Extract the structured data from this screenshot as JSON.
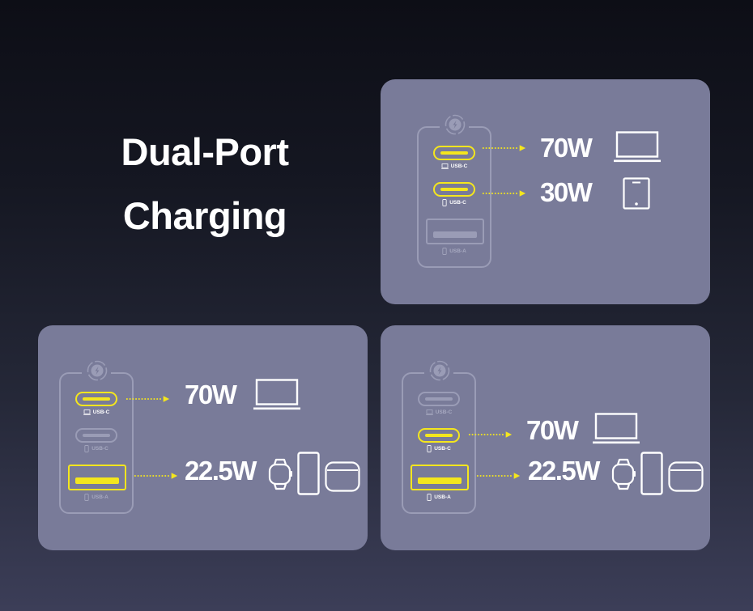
{
  "headline": {
    "line1": "Dual-Port",
    "line2": "Charging"
  },
  "colors": {
    "active_port": "#f4e61d",
    "inactive_port": "#9a9cb6",
    "card_bg": "#797b99",
    "text": "#ffffff"
  },
  "panels": [
    {
      "id": "usb-c-plus-usb-c",
      "ports": [
        {
          "type": "USB-C",
          "label": "USB-C",
          "device_icon": "laptop-icon",
          "active": true
        },
        {
          "type": "USB-C",
          "label": "USB-C",
          "device_icon": "phone-icon",
          "active": true
        },
        {
          "type": "USB-A",
          "label": "USB-A",
          "device_icon": "phone-icon",
          "active": false
        }
      ],
      "outputs": [
        {
          "watts": "70W",
          "devices": [
            "laptop-icon"
          ]
        },
        {
          "watts": "30W",
          "devices": [
            "tablet-icon"
          ]
        }
      ]
    },
    {
      "id": "usb-c1-plus-usb-a",
      "ports": [
        {
          "type": "USB-C",
          "label": "USB-C",
          "device_icon": "laptop-icon",
          "active": true
        },
        {
          "type": "USB-C",
          "label": "USB-C",
          "device_icon": "phone-icon",
          "active": false
        },
        {
          "type": "USB-A",
          "label": "USB-A",
          "device_icon": "phone-icon",
          "active": true
        }
      ],
      "outputs": [
        {
          "watts": "70W",
          "devices": [
            "laptop-icon"
          ]
        },
        {
          "watts": "22.5W",
          "devices": [
            "smartwatch-icon",
            "phone-icon",
            "earbuds-case-icon"
          ]
        }
      ]
    },
    {
      "id": "usb-c2-plus-usb-a",
      "ports": [
        {
          "type": "USB-C",
          "label": "USB-C",
          "device_icon": "laptop-icon",
          "active": false
        },
        {
          "type": "USB-C",
          "label": "USB-C",
          "device_icon": "phone-icon",
          "active": true
        },
        {
          "type": "USB-A",
          "label": "USB-A",
          "device_icon": "phone-icon",
          "active": true
        }
      ],
      "outputs": [
        {
          "watts": "70W",
          "devices": [
            "laptop-icon"
          ]
        },
        {
          "watts": "22.5W",
          "devices": [
            "smartwatch-icon",
            "phone-icon",
            "earbuds-case-icon"
          ]
        }
      ]
    }
  ]
}
